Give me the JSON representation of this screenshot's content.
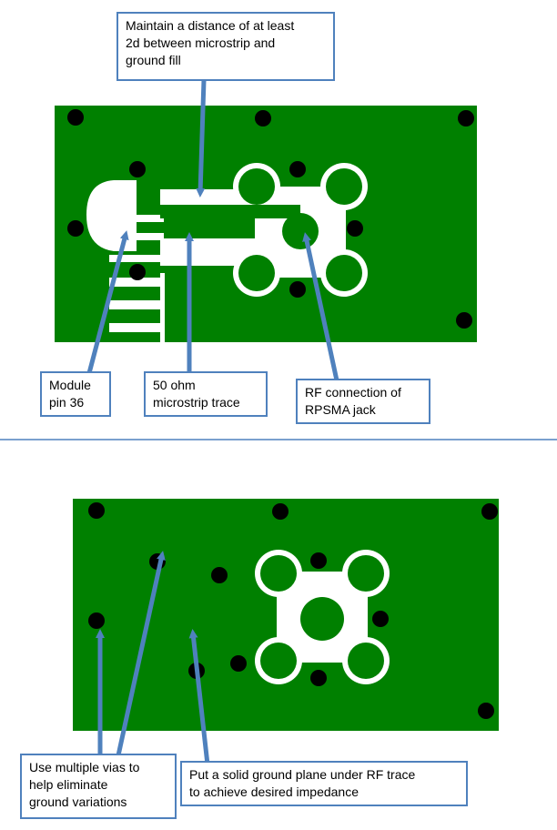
{
  "colors": {
    "board": "#008000",
    "via": "#000000",
    "copper_clearance": "#ffffff",
    "arrow": "#4f81bd",
    "callout_border": "#4f81bd",
    "divider": "#4f81bd"
  },
  "top_view": {
    "callouts": {
      "distance": {
        "lines": [
          "Maintain a distance of at least",
          "2d between microstrip and",
          "ground fill"
        ]
      },
      "module_pin": {
        "lines": [
          "Module",
          "pin 36"
        ]
      },
      "trace": {
        "lines": [
          "50 ohm",
          "microstrip trace"
        ]
      },
      "rf_connection": {
        "lines": [
          "RF connection of",
          "RPSMA jack"
        ]
      }
    }
  },
  "bottom_view": {
    "callouts": {
      "vias": {
        "lines": [
          "Use multiple vias to",
          "help eliminate",
          "ground variations"
        ]
      },
      "ground_plane": {
        "lines": [
          "Put a solid ground plane under RF trace",
          "to achieve desired impedance"
        ]
      }
    }
  }
}
